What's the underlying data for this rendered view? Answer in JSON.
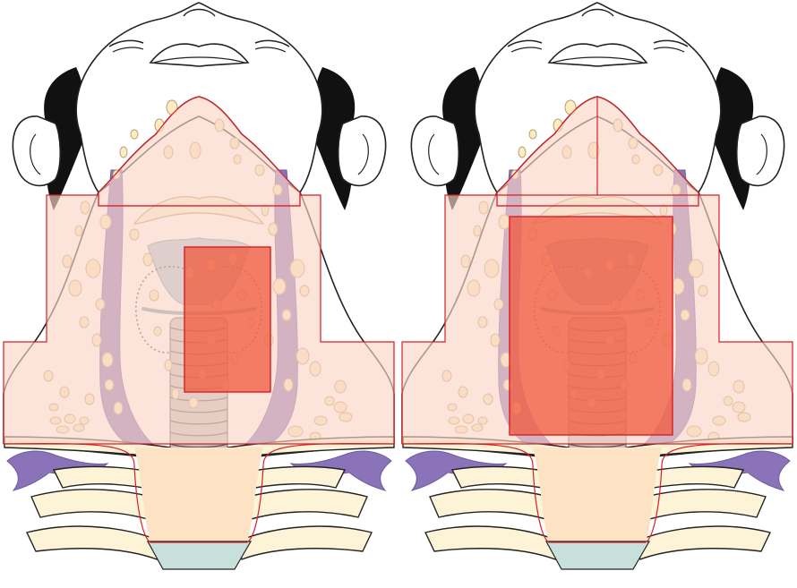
{
  "colors": {
    "background": "#ffffff",
    "outline": "#222222",
    "hair": "#111111",
    "skin_overlay": "#fbd6c8",
    "region_border": "#d81f26",
    "target_fill": "#f05a3c",
    "vessel": "#8a73b8",
    "vessel_dark": "#6d5aa3",
    "lymph_node": "#fbecc4",
    "lymph_node_edge": "#b8a06b",
    "bone": "#fdf3d6",
    "larynx": "#a9c3d6",
    "trachea": "#bfbfbf",
    "sternum": "#fde3c4",
    "manubrium": "#c8e0dc"
  },
  "panels": [
    {
      "id": "left",
      "variant": "unilateral-target",
      "description_icons": [
        "head-icon",
        "neck-icon",
        "ribcage-icon"
      ]
    },
    {
      "id": "right",
      "variant": "bilateral-target",
      "description_icons": [
        "head-icon",
        "neck-icon",
        "ribcage-icon"
      ]
    }
  ]
}
